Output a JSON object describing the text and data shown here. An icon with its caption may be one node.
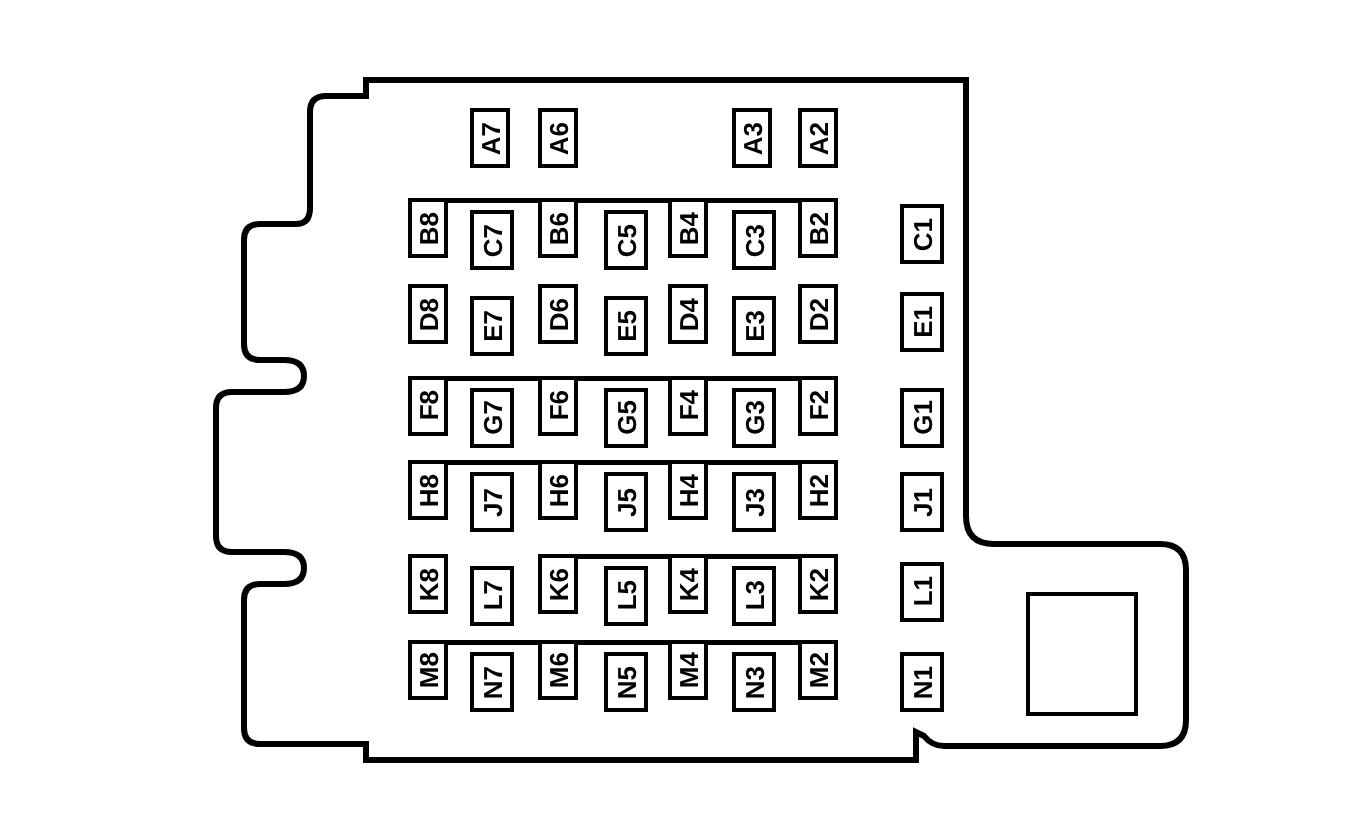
{
  "diagram": {
    "nodes": [
      {
        "text": [
          "A7"
        ]
      },
      {
        "text": [
          "A6"
        ]
      },
      {
        "text": [
          "A3"
        ]
      },
      {
        "text": [
          "A2"
        ]
      },
      {
        "text": [
          "B8"
        ]
      },
      {
        "text": [
          "C7"
        ]
      },
      {
        "text": [
          "B6"
        ]
      },
      {
        "text": [
          "C5"
        ]
      },
      {
        "text": [
          "B4"
        ]
      },
      {
        "text": [
          "C3"
        ]
      },
      {
        "text": [
          "B2"
        ]
      },
      {
        "text": [
          "C1"
        ]
      },
      {
        "text": [
          "D8"
        ]
      },
      {
        "text": [
          "E7"
        ]
      },
      {
        "text": [
          "D6"
        ]
      },
      {
        "text": [
          "E5"
        ]
      },
      {
        "text": [
          "D4"
        ]
      },
      {
        "text": [
          "E3"
        ]
      },
      {
        "text": [
          "D2"
        ]
      },
      {
        "text": [
          "E1"
        ]
      },
      {
        "text": [
          "F8"
        ]
      },
      {
        "text": [
          "G7"
        ]
      },
      {
        "text": [
          "F6"
        ]
      },
      {
        "text": [
          "G5"
        ]
      },
      {
        "text": [
          "F4"
        ]
      },
      {
        "text": [
          "G3"
        ]
      },
      {
        "text": [
          "F2"
        ]
      },
      {
        "text": [
          "G1"
        ]
      },
      {
        "text": [
          "H8"
        ]
      },
      {
        "text": [
          "J7"
        ]
      },
      {
        "text": [
          "H6"
        ]
      },
      {
        "text": [
          "J5"
        ]
      },
      {
        "text": [
          "H4"
        ]
      },
      {
        "text": [
          "J3"
        ]
      },
      {
        "text": [
          "H2"
        ]
      },
      {
        "text": [
          "J1"
        ]
      },
      {
        "text": [
          "K8"
        ]
      },
      {
        "text": [
          "L7"
        ]
      },
      {
        "text": [
          "K6"
        ]
      },
      {
        "text": [
          "L5"
        ]
      },
      {
        "text": [
          "K4"
        ]
      },
      {
        "text": [
          "L3"
        ]
      },
      {
        "text": [
          "K2"
        ]
      },
      {
        "text": [
          "L1"
        ]
      },
      {
        "text": [
          "M8"
        ]
      },
      {
        "text": [
          "N7"
        ]
      },
      {
        "text": [
          "M6"
        ]
      },
      {
        "text": [
          "N5"
        ]
      },
      {
        "text": [
          "M4"
        ]
      },
      {
        "text": [
          "N3"
        ]
      },
      {
        "text": [
          "M2"
        ]
      },
      {
        "text": [
          "N1"
        ]
      },
      {
        "text": [],
        "shape": "box"
      }
    ],
    "edges": [
      {
        "from": 4,
        "to": 6,
        "arrow": "none"
      },
      {
        "from": 6,
        "to": 8,
        "arrow": "none"
      },
      {
        "from": 8,
        "to": 10,
        "arrow": "none"
      },
      {
        "from": 20,
        "to": 22,
        "arrow": "none"
      },
      {
        "from": 22,
        "to": 24,
        "arrow": "none"
      },
      {
        "from": 24,
        "to": 26,
        "arrow": "none"
      },
      {
        "from": 28,
        "to": 30,
        "arrow": "none"
      },
      {
        "from": 30,
        "to": 32,
        "arrow": "none"
      },
      {
        "from": 32,
        "to": 34,
        "arrow": "none"
      },
      {
        "from": 38,
        "to": 40,
        "arrow": "none"
      },
      {
        "from": 40,
        "to": 42,
        "arrow": "none"
      },
      {
        "from": 44,
        "to": 46,
        "arrow": "none"
      },
      {
        "from": 46,
        "to": 48,
        "arrow": "none"
      },
      {
        "from": 48,
        "to": 50,
        "arrow": "none"
      }
    ]
  }
}
